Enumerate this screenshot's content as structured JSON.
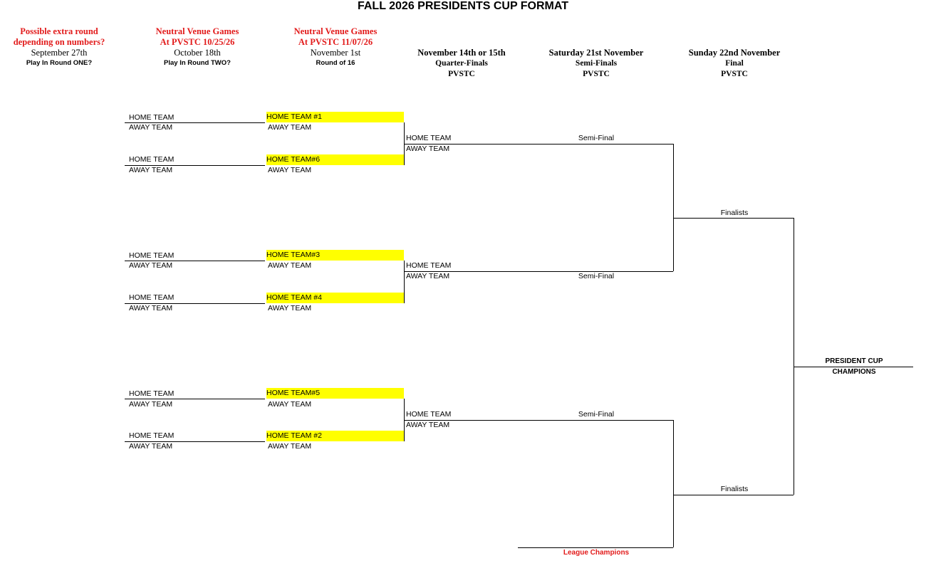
{
  "title": "FALL 2026 PRESIDENTS CUP FORMAT",
  "columns": [
    {
      "line1": "Possible extra round",
      "line2": "depending on numbers?",
      "date": "September 27th",
      "round": "Play In Round ONE?"
    },
    {
      "line1": "Neutral Venue Games",
      "line2": "At PVSTC 10/25/26",
      "date": "October 18th",
      "round": "Play In Round TWO?"
    },
    {
      "line1": "Neutral Venue Games",
      "line2": "At PVSTC 11/07/26",
      "date": "November 1st",
      "round": "Round of 16"
    },
    {
      "date": "November 14th or 15th",
      "round": "Quarter-Finals",
      "venue": "PVSTC"
    },
    {
      "date": "Saturday 21st November",
      "round": "Semi-Finals",
      "venue": "PVSTC"
    },
    {
      "date": "Sunday 22nd November",
      "round": "Final",
      "venue": "PVSTC"
    }
  ],
  "round2": [
    {
      "home": "HOME TEAM",
      "away": "AWAY TEAM"
    },
    {
      "home": "HOME TEAM",
      "away": "AWAY TEAM"
    },
    {
      "home": "HOME TEAM",
      "away": "AWAY TEAM"
    },
    {
      "home": "HOME TEAM",
      "away": "AWAY TEAM"
    },
    {
      "home": "HOME TEAM",
      "away": "AWAY TEAM"
    },
    {
      "home": "HOME TEAM",
      "away": "AWAY TEAM"
    }
  ],
  "round16": [
    {
      "home": "HOME TEAM #1",
      "away": "AWAY TEAM"
    },
    {
      "home": "HOME TEAM#6",
      "away": "AWAY TEAM"
    },
    {
      "home": "HOME TEAM#3",
      "away": "AWAY TEAM"
    },
    {
      "home": "HOME TEAM #4",
      "away": "AWAY TEAM"
    },
    {
      "home": "HOME TEAM#5",
      "away": "AWAY TEAM"
    },
    {
      "home": "HOME TEAM #2",
      "away": "AWAY TEAM"
    }
  ],
  "quarterfinals": [
    {
      "home": "HOME TEAM",
      "away": "AWAY TEAM"
    },
    {
      "home": "HOME TEAM",
      "away": "AWAY TEAM"
    },
    {
      "home": "HOME TEAM",
      "away": "AWAY TEAM"
    }
  ],
  "semifinal_labels": [
    "Semi-Final",
    "Semi-Final",
    "Semi-Final"
  ],
  "finalist_labels": [
    "Finalists",
    "Finalists"
  ],
  "champion_line1": "PRESIDENT CUP",
  "champion_line2": "CHAMPIONS",
  "league_champions": "League Champions",
  "colors": {
    "highlight": "#ffff00",
    "red": "#e21b1b"
  }
}
